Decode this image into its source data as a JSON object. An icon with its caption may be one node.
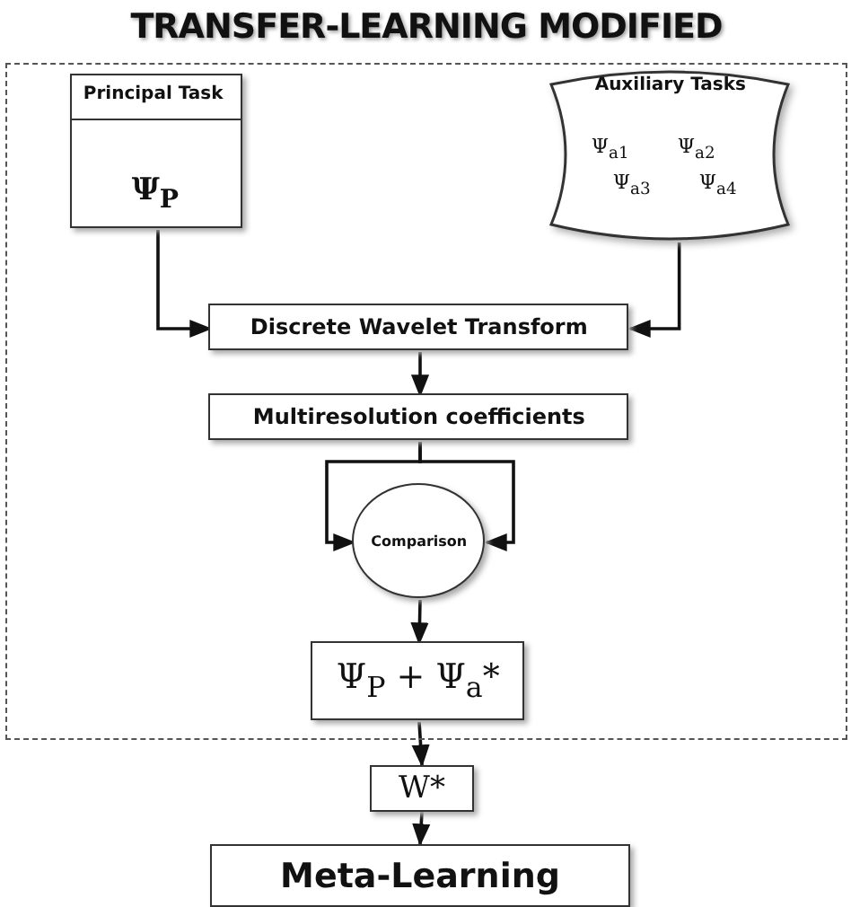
{
  "diagram": {
    "nodes": [
      {
        "text": [
          "TRANSFER-LEARNING MODIFIED"
        ]
      },
      {
        "text": [
          "Principal Task",
          "Ψ$_{P}$"
        ],
        "in": 0
      },
      {
        "text": [
          "Auxiliary Tasks",
          "Ψ$_{a1}$",
          "Ψ$_{a2}$",
          "Ψ$_{a3}$",
          "Ψ$_{a4}$"
        ],
        "in": 0
      },
      {
        "text": [
          "Discrete Wavelet Transform"
        ],
        "in": 0
      },
      {
        "text": [
          "Multiresolution coefficients"
        ],
        "in": 0
      },
      {
        "text": [
          "Comparison"
        ],
        "in": 0
      },
      {
        "text": [
          "Ψ$_{P}$ + Ψ$_{a}$*"
        ],
        "in": 0
      },
      {
        "text": [
          "W*"
        ]
      },
      {
        "text": [
          "Meta-Learning"
        ]
      }
    ],
    "edges": [
      {
        "from": 1,
        "to": 3,
        "arrow": "to"
      },
      {
        "from": 2,
        "to": 3,
        "arrow": "to"
      },
      {
        "from": 3,
        "to": 4,
        "arrow": "to"
      },
      {
        "from": 4,
        "to": 5,
        "arrow": "to"
      },
      {
        "from": 4,
        "to": 5,
        "arrow": "to"
      },
      {
        "from": 5,
        "to": 6,
        "arrow": "to"
      },
      {
        "from": 6,
        "to": 7,
        "arrow": "to"
      },
      {
        "from": 7,
        "to": 8,
        "arrow": "to"
      }
    ]
  }
}
